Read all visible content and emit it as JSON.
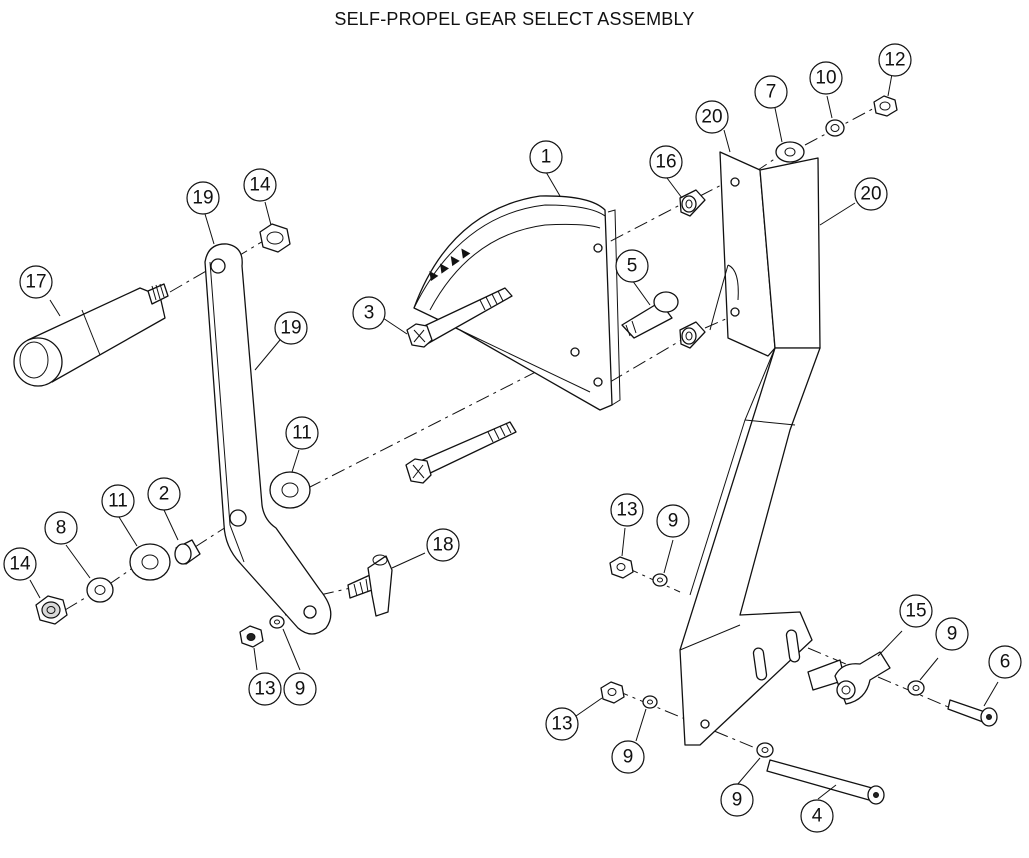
{
  "title": "SELF-PROPEL GEAR SELECT ASSEMBLY",
  "callouts": [
    {
      "id": "c1",
      "label": "1"
    },
    {
      "id": "c2",
      "label": "2"
    },
    {
      "id": "c3",
      "label": "3"
    },
    {
      "id": "c4",
      "label": "4"
    },
    {
      "id": "c5",
      "label": "5"
    },
    {
      "id": "c6",
      "label": "6"
    },
    {
      "id": "c7",
      "label": "7"
    },
    {
      "id": "c8",
      "label": "8"
    },
    {
      "id": "c9a",
      "label": "9"
    },
    {
      "id": "c9b",
      "label": "9"
    },
    {
      "id": "c9c",
      "label": "9"
    },
    {
      "id": "c9d",
      "label": "9"
    },
    {
      "id": "c9e",
      "label": "9"
    },
    {
      "id": "c10",
      "label": "10"
    },
    {
      "id": "c11a",
      "label": "11"
    },
    {
      "id": "c11b",
      "label": "11"
    },
    {
      "id": "c12",
      "label": "12"
    },
    {
      "id": "c13a",
      "label": "13"
    },
    {
      "id": "c13b",
      "label": "13"
    },
    {
      "id": "c13c",
      "label": "13"
    },
    {
      "id": "c14a",
      "label": "14"
    },
    {
      "id": "c14b",
      "label": "14"
    },
    {
      "id": "c15",
      "label": "15"
    },
    {
      "id": "c16",
      "label": "16"
    },
    {
      "id": "c17",
      "label": "17"
    },
    {
      "id": "c18",
      "label": "18"
    },
    {
      "id": "c19a",
      "label": "19"
    },
    {
      "id": "c19b",
      "label": "19"
    },
    {
      "id": "c20a",
      "label": "20"
    },
    {
      "id": "c20b",
      "label": "20"
    }
  ]
}
